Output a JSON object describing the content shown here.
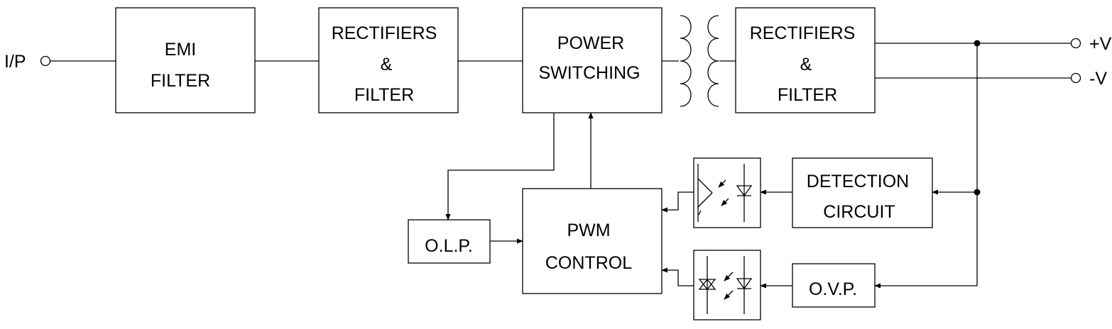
{
  "terminals": {
    "input": "I/P",
    "output_pos": "+V",
    "output_neg": "-V"
  },
  "blocks": {
    "emi_filter": [
      "EMI",
      "FILTER"
    ],
    "rectifiers_in": [
      "RECTIFIERS",
      "&",
      "FILTER"
    ],
    "power_switching": [
      "POWER",
      "SWITCHING"
    ],
    "rectifiers_out": [
      "RECTIFIERS",
      "&",
      "FILTER"
    ],
    "detection": [
      "DETECTION",
      "CIRCUIT"
    ],
    "olp": [
      "O.L.P."
    ],
    "pwm": [
      "PWM",
      "CONTROL"
    ],
    "ovp": [
      "O.V.P."
    ]
  }
}
